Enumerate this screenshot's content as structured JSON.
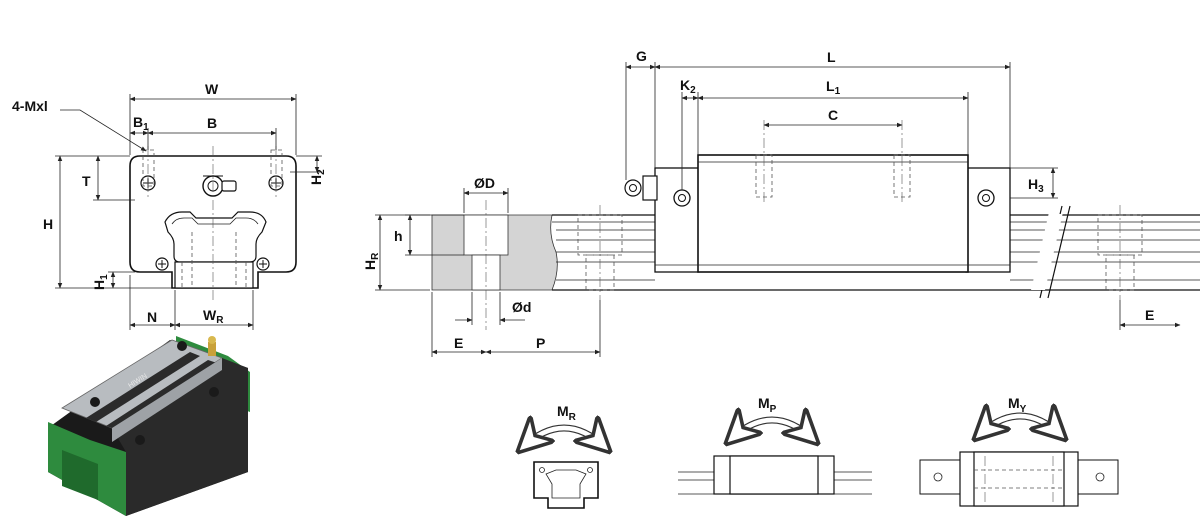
{
  "colors": {
    "accent_green": "#2e8b3e",
    "steel": "#b8bcc0",
    "rail_grey": "#d4d4d4"
  },
  "front_view": {
    "callout_bolts": "4-Mxl",
    "W": "W",
    "B1": "B",
    "B1_sub": "1",
    "B": "B",
    "H": "H",
    "T": "T",
    "H2": "H",
    "H2_sub": "2",
    "H1": "H",
    "H1_sub": "1",
    "N": "N",
    "WR": "W",
    "WR_sub": "R"
  },
  "rail_section": {
    "D": "ØD",
    "d": "Ød",
    "h": "h",
    "HR": "H",
    "HR_sub": "R",
    "E": "E",
    "P": "P"
  },
  "side_view": {
    "G": "G",
    "L": "L",
    "K2": "K",
    "K2_sub": "2",
    "L1": "L",
    "L1_sub": "1",
    "C": "C",
    "H3": "H",
    "H3_sub": "3",
    "E": "E"
  },
  "moments": {
    "MR": "M",
    "MR_sub": "R",
    "MP": "M",
    "MP_sub": "P",
    "MY": "M",
    "MY_sub": "Y"
  },
  "photo": {
    "engraving": "HIWIN"
  }
}
